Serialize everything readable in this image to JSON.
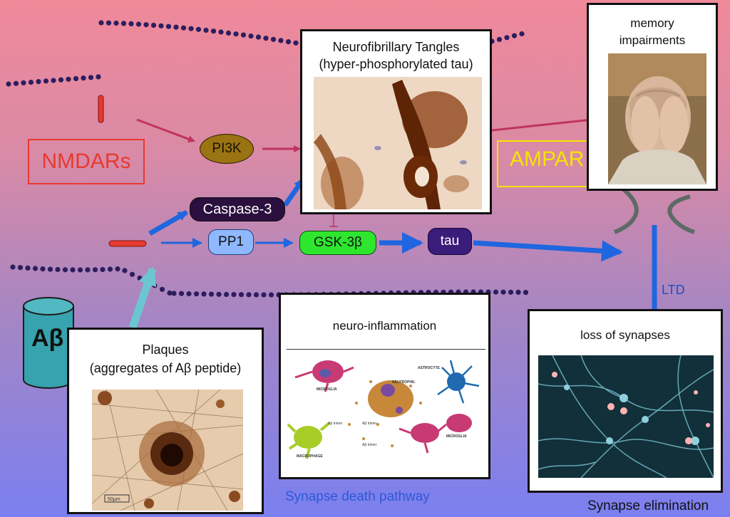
{
  "nodes": {
    "nmdars": "NMDARs",
    "pi3k": "PI3K",
    "caspase3": "Caspase-3",
    "pp1": "PP1",
    "gsk3b": "GSK-3β",
    "tau": "tau",
    "ampar": "AMPAR",
    "abeta": "Aβ",
    "ltd": "LTD"
  },
  "panels": {
    "tangles": {
      "title_line1": "Neurofibrillary Tangles",
      "title_line2": "(hyper-phosphorylated tau)"
    },
    "memory": {
      "title_line1": "memory",
      "title_line2": "impairments"
    },
    "plaques": {
      "title_line1": "Plaques",
      "title_line2": "(aggregates of Aβ peptide)",
      "scale_bar": "50μm"
    },
    "inflammation": {
      "title": "neuro-inflammation",
      "labels": [
        "MICROGLIA",
        "NEUTROPHIL",
        "ASTROCYTE",
        "MACROPHAGE",
        "MICROGLIA",
        "Aβ trimer",
        "Aβ trimer",
        "Aβ trimer"
      ]
    },
    "synapses": {
      "title": "loss of synapses"
    }
  },
  "captions": {
    "synapse_death": "Synapse death pathway",
    "synapse_elimination": "Synapse elimination"
  },
  "colors": {
    "nmdars": "#e8392f",
    "pi3k": "#9a7312",
    "caspase3": "#2b0f3e",
    "pp1": "#8fb8ff",
    "gsk3b": "#2ee62e",
    "tau": "#3a1c7a",
    "ampar": "#f5e400",
    "blue_arrow": "#1f66e0",
    "red_arrow": "#c0345d",
    "teal_arrow": "#6cc6d2",
    "abeta_cylinder": "#37a3ae",
    "caption_blue": "#2a5ad8"
  }
}
